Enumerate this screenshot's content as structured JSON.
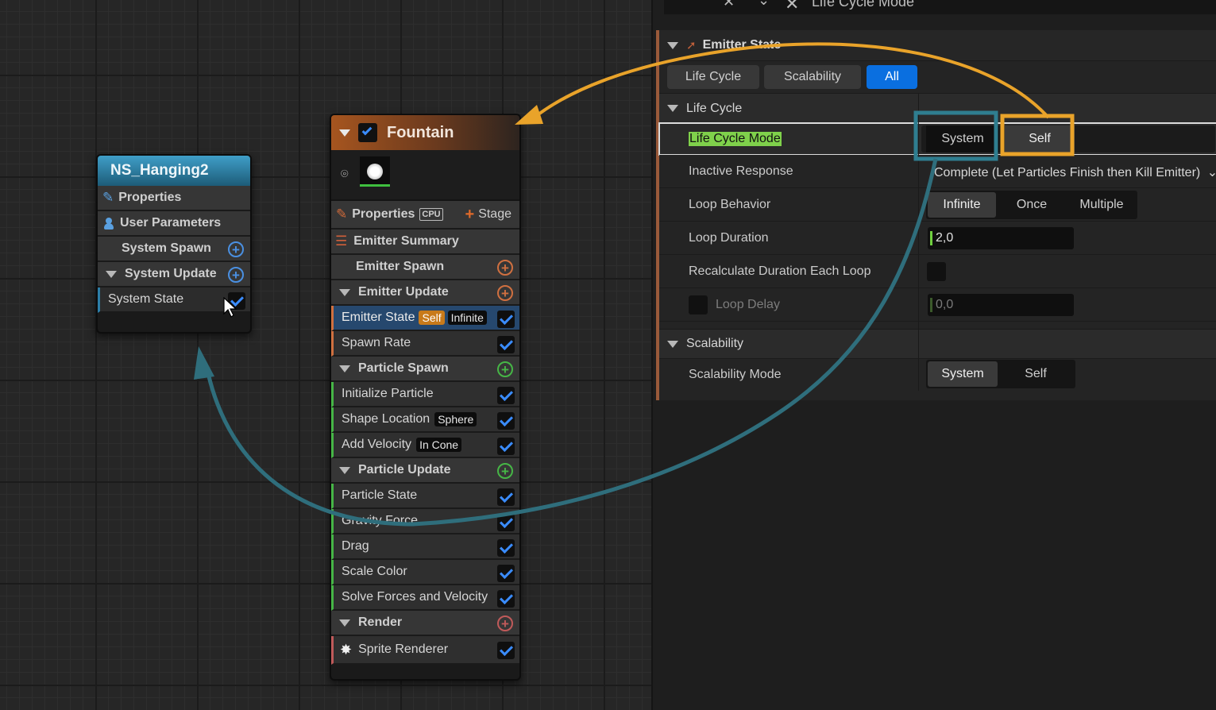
{
  "toolbar": {
    "title": "Life Cycle Mode"
  },
  "system_node": {
    "title": "NS_Hanging2",
    "rows": {
      "properties": "Properties",
      "user_parameters": "User Parameters",
      "system_spawn": "System Spawn",
      "system_update": "System Update",
      "system_state": "System State"
    }
  },
  "emitter_node": {
    "title": "Fountain",
    "properties": "Properties",
    "cpu": "CPU",
    "stage": "Stage",
    "emitter_summary": "Emitter Summary",
    "emitter_spawn": "Emitter Spawn",
    "emitter_update": "Emitter Update",
    "emitter_state": "Emitter State",
    "emitter_state_tag1": "Self",
    "emitter_state_tag2": "Infinite",
    "spawn_rate": "Spawn Rate",
    "particle_spawn": "Particle Spawn",
    "initialize_particle": "Initialize Particle",
    "shape_location": "Shape Location",
    "shape_location_tag": "Sphere",
    "add_velocity": "Add Velocity",
    "add_velocity_tag": "In Cone",
    "particle_update": "Particle Update",
    "particle_state": "Particle State",
    "gravity_force": "Gravity Force",
    "drag": "Drag",
    "scale_color": "Scale Color",
    "solve_forces": "Solve Forces and Velocity",
    "render": "Render",
    "sprite_renderer": "Sprite Renderer"
  },
  "details": {
    "section_title": "Emitter State",
    "filter_tabs": [
      "Life Cycle",
      "Scalability",
      "All"
    ],
    "active_filter": "All",
    "life_cycle_header": "Life Cycle",
    "life_cycle_mode": {
      "label": "Life Cycle Mode",
      "options": [
        "System",
        "Self"
      ],
      "selected": "Self"
    },
    "inactive_response": {
      "label": "Inactive Response",
      "value": "Complete (Let Particles Finish then Kill Emitter)"
    },
    "loop_behavior": {
      "label": "Loop Behavior",
      "options": [
        "Infinite",
        "Once",
        "Multiple"
      ],
      "selected": "Infinite"
    },
    "loop_duration": {
      "label": "Loop Duration",
      "value": "2,0"
    },
    "recalculate": {
      "label": "Recalculate Duration Each Loop"
    },
    "loop_delay": {
      "label": "Loop Delay",
      "value": "0,0"
    },
    "scalability_header": "Scalability",
    "scalability_mode": {
      "label": "Scalability Mode",
      "options": [
        "System",
        "Self"
      ],
      "selected": "System"
    }
  },
  "colors": {
    "accent_blue": "#0a6fe0",
    "annotation_orange": "#e9a32a",
    "annotation_teal": "#2f6e7c",
    "highlight_green": "#7fd14b",
    "emitter_header": "#b8652a",
    "system_header": "#2c7ea8"
  }
}
